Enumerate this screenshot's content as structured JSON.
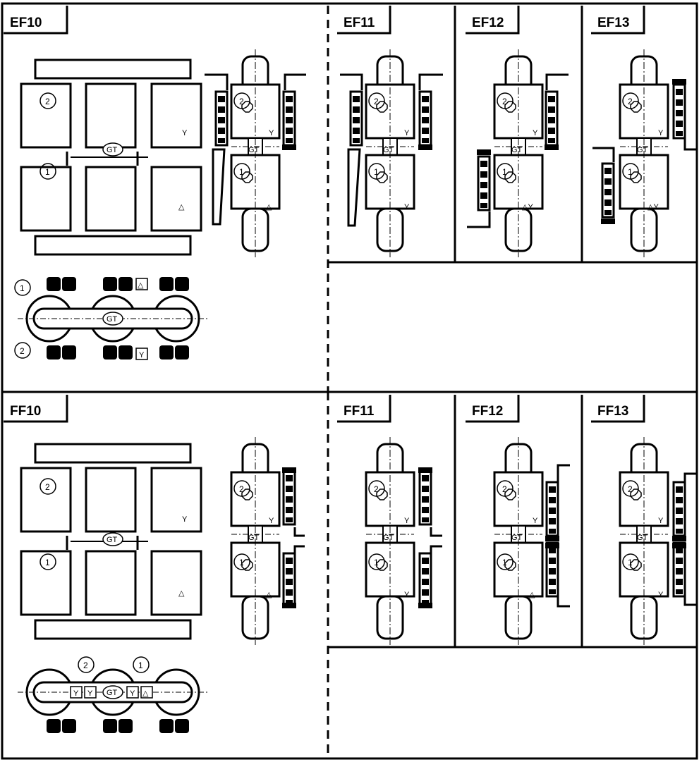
{
  "panels": [
    {
      "id": "ef10",
      "label": "EF10"
    },
    {
      "id": "ef11",
      "label": "EF11"
    },
    {
      "id": "ef12",
      "label": "EF12"
    },
    {
      "id": "ef13",
      "label": "EF13"
    },
    {
      "id": "ff10",
      "label": "FF10"
    },
    {
      "id": "ff11",
      "label": "FF11"
    },
    {
      "id": "ff12",
      "label": "FF12"
    },
    {
      "id": "ff13",
      "label": "FF13"
    }
  ],
  "markers": {
    "one": "1",
    "two": "2",
    "gt": "GT",
    "y": "Y",
    "delta": "△",
    "delta_y": "△Y"
  },
  "colors": {
    "line": "#000000",
    "background": "#ffffff"
  },
  "icons": [
    "motor-icon",
    "terminal-box-icon",
    "cable-gland-icon",
    "circled-number-icon",
    "triangle-marker-icon"
  ]
}
